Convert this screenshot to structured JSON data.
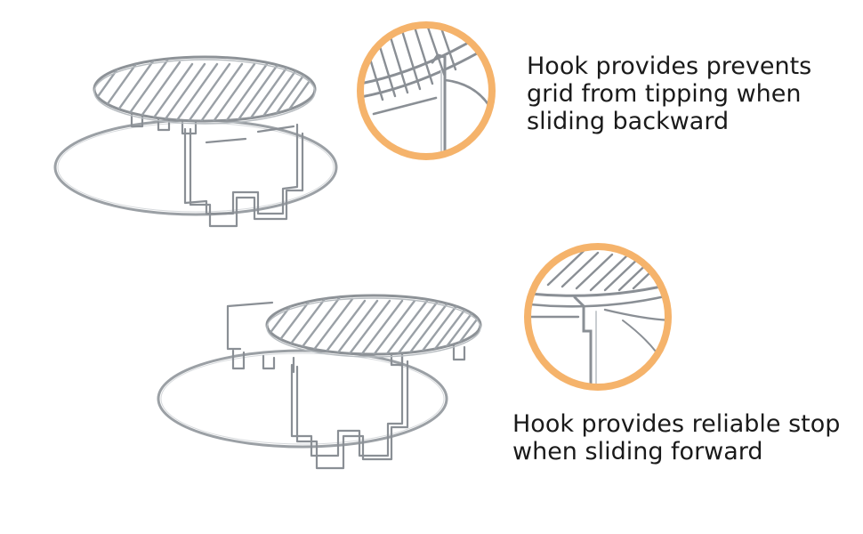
{
  "captions": {
    "top": {
      "line1": "Hook provides prevents",
      "line2": "grid from tipping when",
      "line3": "sliding backward"
    },
    "bottom": {
      "line1": "Hook provides reliable stop",
      "line2": "when sliding forward"
    }
  },
  "colors": {
    "callout_ring": "#f5b36b",
    "wire": "#8a8f95",
    "wire_light": "#c9cdd1"
  },
  "illustrations": [
    {
      "name": "rack-top",
      "description_icon": "grill-rack-extender-icon"
    },
    {
      "name": "rack-bottom",
      "description_icon": "grill-rack-extender-icon"
    }
  ]
}
